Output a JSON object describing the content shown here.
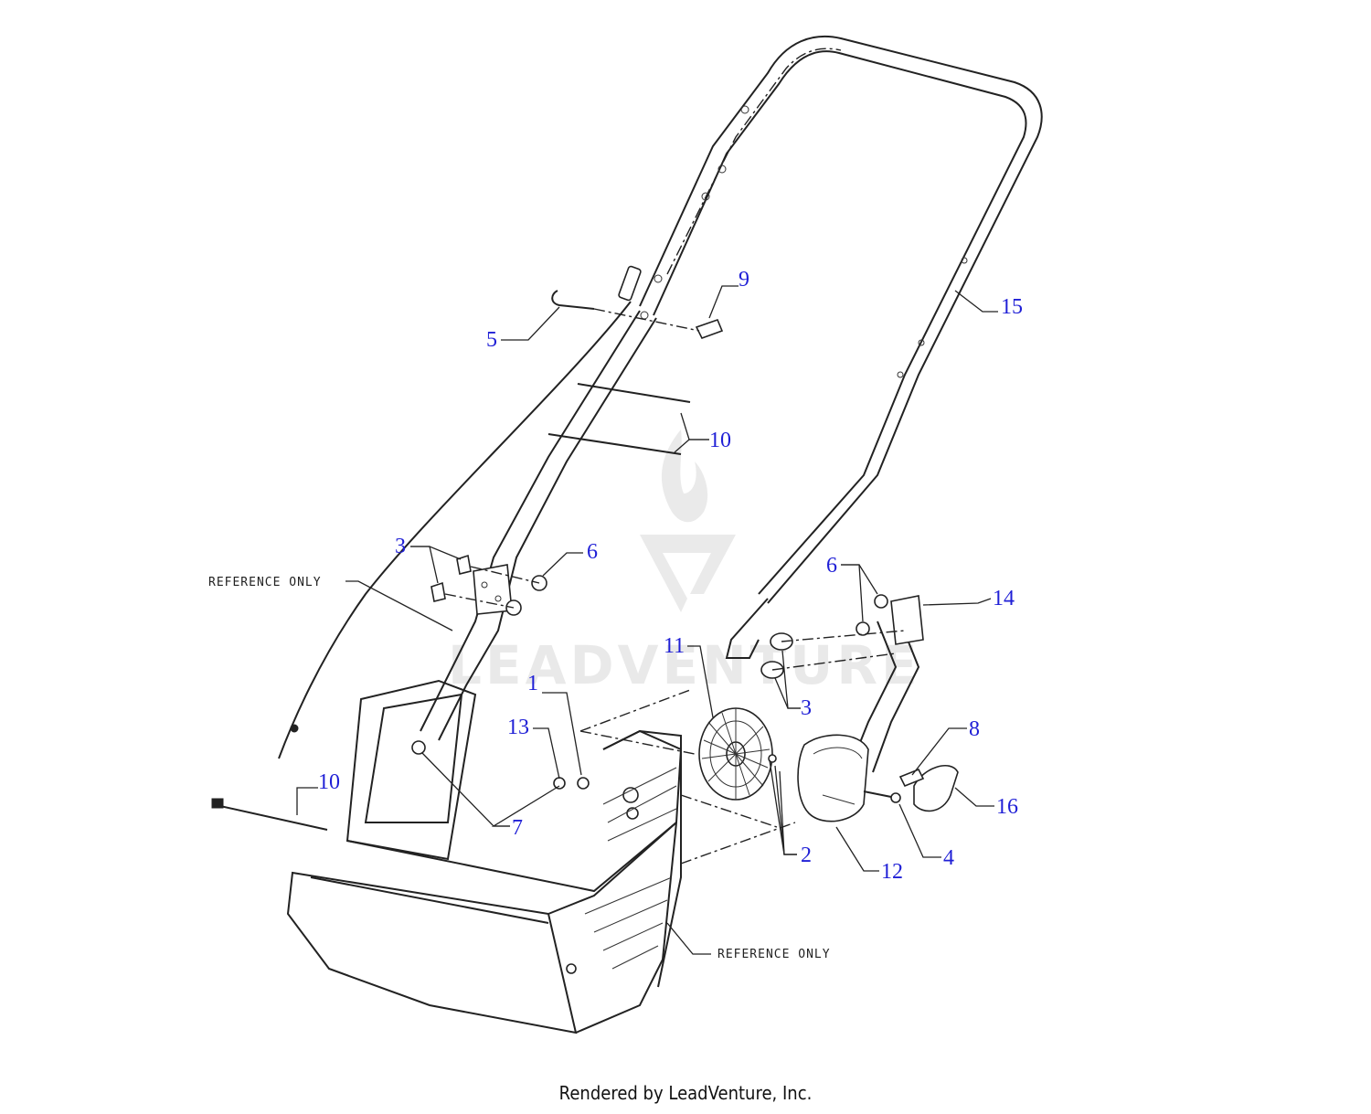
{
  "callouts": {
    "c1": "1",
    "c2": "2",
    "c3a": "3",
    "c3b": "3",
    "c4": "4",
    "c5": "5",
    "c6a": "6",
    "c6b": "6",
    "c7": "7",
    "c8": "8",
    "c9": "9",
    "c10a": "10",
    "c10b": "10",
    "c11": "11",
    "c12": "12",
    "c13": "13",
    "c14": "14",
    "c15": "15",
    "c16": "16"
  },
  "reference_labels": {
    "upper": "REFERENCE ONLY",
    "lower": "REFERENCE ONLY"
  },
  "watermark": "LEADVENTURE",
  "footer": "Rendered by LeadVenture, Inc.",
  "colors": {
    "callout": "#1f1fd6",
    "line": "#222222",
    "watermark": "#d9d9d9"
  }
}
